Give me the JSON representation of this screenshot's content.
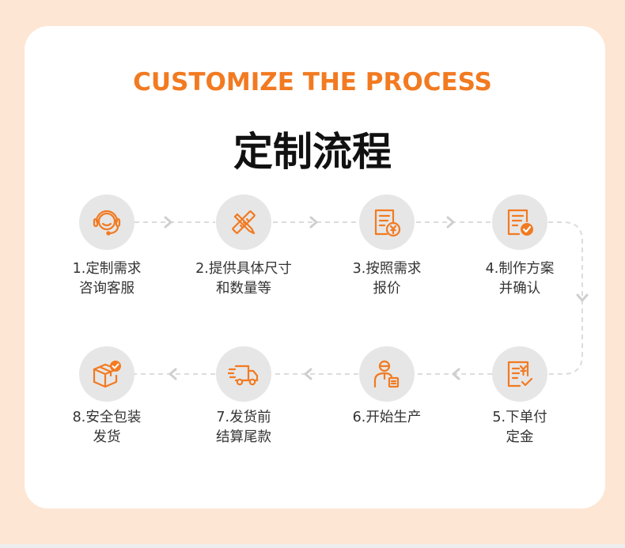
{
  "header": {
    "en_title": "CUSTOMIZE THE PROCESS",
    "cn_title": "定制流程"
  },
  "colors": {
    "accent": "#f27a21",
    "background": "#fde6d4",
    "icon_bg": "#e6e6e6",
    "connector": "#d9d9d9"
  },
  "steps": [
    {
      "line1": "1.定制需求",
      "line2": "咨询客服",
      "icon": "headset-icon"
    },
    {
      "line1": "2.提供具体尺寸",
      "line2": "和数量等",
      "icon": "ruler-pencil-icon"
    },
    {
      "line1": "3.按照需求",
      "line2": "报价",
      "icon": "quote-document-icon"
    },
    {
      "line1": "4.制作方案",
      "line2": "并确认",
      "icon": "checked-document-icon"
    },
    {
      "line1": "5.下单付",
      "line2": "定金",
      "icon": "order-yen-icon"
    },
    {
      "line1": "6.开始生产",
      "line2": "",
      "icon": "worker-icon"
    },
    {
      "line1": "7.发货前",
      "line2": "结算尾款",
      "icon": "delivery-truck-icon"
    },
    {
      "line1": "8.安全包装",
      "line2": "发货",
      "icon": "package-check-icon"
    }
  ]
}
